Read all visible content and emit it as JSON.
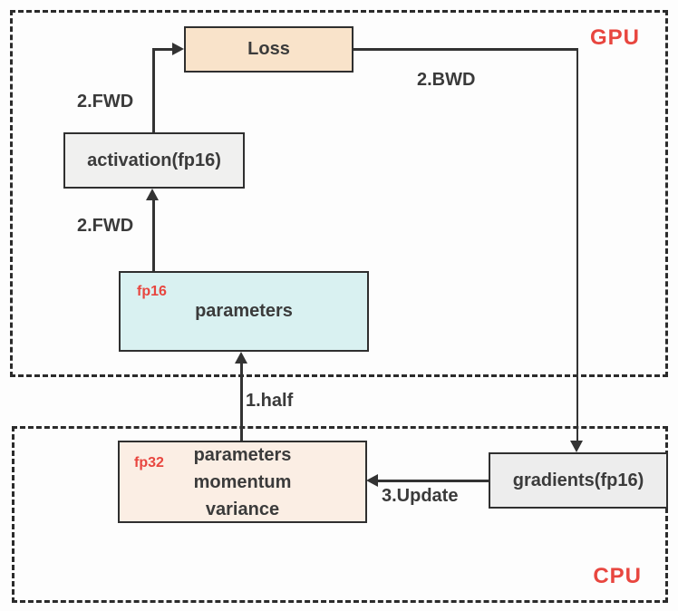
{
  "regions": {
    "gpu": {
      "label": "GPU"
    },
    "cpu": {
      "label": "CPU"
    }
  },
  "nodes": {
    "loss": {
      "label": "Loss"
    },
    "activation": {
      "label": "activation(fp16)"
    },
    "params_fp16": {
      "tag": "fp16",
      "label": "parameters"
    },
    "params_fp32": {
      "tag": "fp32",
      "lines": {
        "0": "parameters",
        "1": "momentum",
        "2": "variance"
      }
    },
    "gradients": {
      "label": "gradients(fp16)"
    }
  },
  "edges": {
    "fwd_lower": {
      "label": "2.FWD"
    },
    "fwd_upper": {
      "label": "2.FWD"
    },
    "bwd": {
      "label": "2.BWD"
    },
    "half": {
      "label": "1.half"
    },
    "update": {
      "label": "3.Update"
    }
  },
  "colors": {
    "accent_red": "#e8463f",
    "line_dark": "#333333",
    "border_dark": "#2f2f2f",
    "loss_fill": "#f9e3ca",
    "activation_fill": "#f0f0ef",
    "params_fp16_fill": "#d9f1f1",
    "params_fp32_fill": "#fbeee4",
    "gradients_fill": "#ededed",
    "background": "#fdfdfd"
  }
}
